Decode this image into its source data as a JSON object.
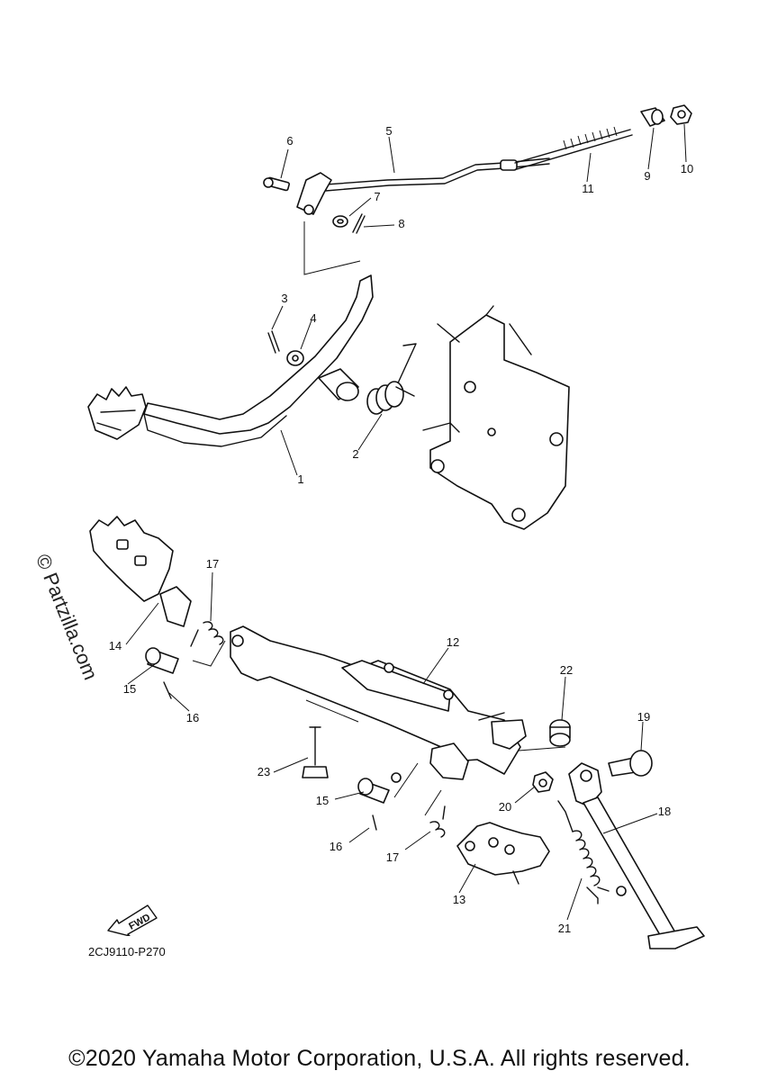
{
  "callouts": {
    "c1": "1",
    "c2": "2",
    "c3": "3",
    "c4": "4",
    "c5": "5",
    "c6": "6",
    "c7": "7",
    "c8": "8",
    "c9": "9",
    "c10": "10",
    "c11": "11",
    "c12": "12",
    "c13": "13",
    "c14": "14",
    "c15a": "15",
    "c15b": "15",
    "c16a": "16",
    "c16b": "16",
    "c17a": "17",
    "c17b": "17",
    "c18": "18",
    "c19": "19",
    "c20": "20",
    "c21": "21",
    "c22": "22",
    "c23": "23"
  },
  "watermark": "© Partzilla.com",
  "fwd_label": "FWD",
  "drawing_code": "2CJ9110-P270",
  "copyright": "©2020 Yamaha Motor Corporation, U.S.A. All rights reserved."
}
